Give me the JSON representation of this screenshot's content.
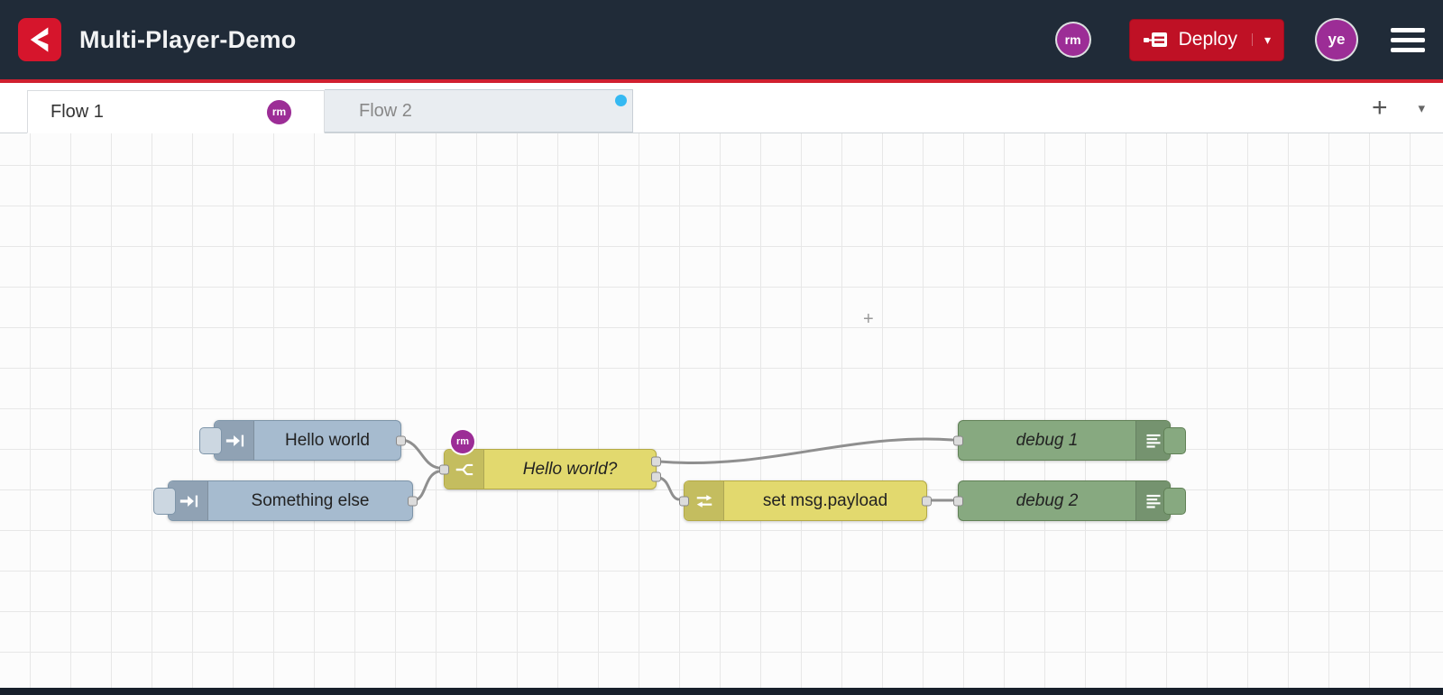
{
  "header": {
    "title": "Multi-Player-Demo",
    "deploy_label": "Deploy",
    "mini_avatar_initials": "rm",
    "user_avatar_initials": "ye"
  },
  "tabs": {
    "flow1": {
      "label": "Flow 1",
      "badge_initials": "rm"
    },
    "flow2": {
      "label": "Flow 2"
    }
  },
  "icons": {
    "add_flow": "+",
    "tab_caret": "▾",
    "deploy_caret": "▾",
    "crosshair": "+"
  },
  "canvas": {
    "nodes": {
      "inject_hello": {
        "type": "inject",
        "label": "Hello world"
      },
      "inject_something": {
        "type": "inject",
        "label": "Something else"
      },
      "switch_hello": {
        "type": "switch",
        "label": "Hello world?",
        "editing_user": "rm"
      },
      "change_payload": {
        "type": "change",
        "label": "set msg.payload"
      },
      "debug_1": {
        "type": "debug",
        "label": "debug 1"
      },
      "debug_2": {
        "type": "debug",
        "label": "debug 2"
      }
    }
  },
  "colors": {
    "header_bg": "#202b38",
    "accent_red": "#d01f2f",
    "deploy_red": "#bf1125",
    "logo_red": "#d6152c",
    "avatar_purple": "#9c2d96",
    "inject_blue": "#a6bbcf",
    "function_yellow": "#e2d96e",
    "debug_green": "#87a980",
    "tab_dot_blue": "#35b9f2",
    "wire_gray": "#8f8f8f"
  }
}
